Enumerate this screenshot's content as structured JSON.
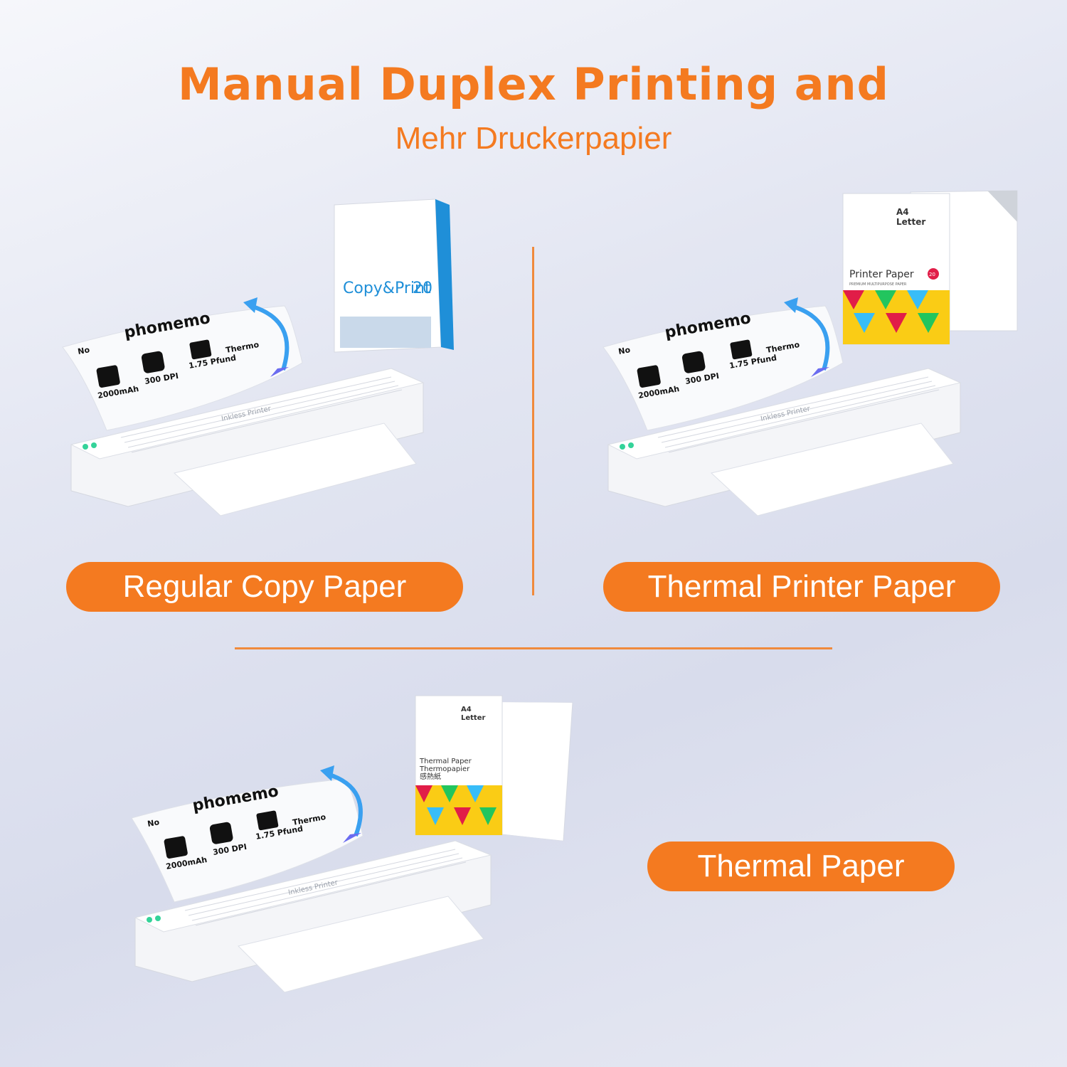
{
  "header": {
    "title": "Manual Duplex Printing and",
    "subtitle": "Mehr Druckerpapier"
  },
  "colors": {
    "accent": "#f47a20",
    "divider": "#f08a3c",
    "paper_blue": "#1f8fd8"
  },
  "sheet_labels": {
    "brand": "phomemo",
    "battery": "2000mAh",
    "dpi": "300 DPI",
    "weight": "1.75 Pfund",
    "thermo": "Thermo",
    "no": "No"
  },
  "printer_label": "Inkless Printer",
  "products": {
    "copy": {
      "brand": "Copy&Print",
      "number": "20"
    },
    "printer_paper": {
      "size_a4": "A4",
      "size_letter": "Letter",
      "name": "Printer Paper",
      "tagline": "PREMIUM MULTIPURPOSE PAPER",
      "badge": "20"
    },
    "thermal_paper": {
      "size_a4": "A4",
      "size_letter": "Letter",
      "name": "Thermal Paper",
      "name_de": "Thermopapier",
      "name_jp": "感熱紙"
    }
  },
  "options": [
    {
      "label": "Regular Copy Paper"
    },
    {
      "label": "Thermal Printer Paper"
    },
    {
      "label": "Thermal Paper"
    }
  ]
}
